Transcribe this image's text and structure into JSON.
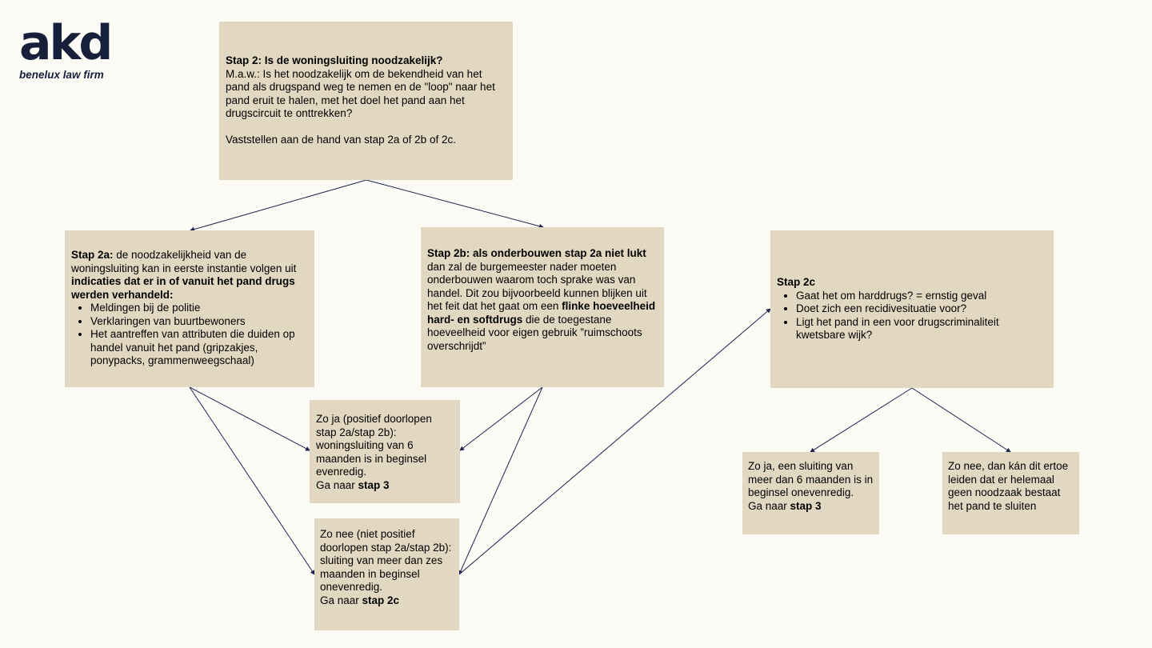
{
  "logo": {
    "wordmark": "akd",
    "tagline": "benelux law firm"
  },
  "step2": {
    "title": "Stap 2: Is de woningsluiting noodzakelijk?",
    "body": "M.a.w.: Is het noodzakelijk om de bekendheid van het pand als drugspand weg te nemen en de \"loop\" naar het pand eruit te halen, met het doel het pand aan het drugscircuit te onttrekken?",
    "note": "Vaststellen aan de hand van stap 2a of 2b of 2c."
  },
  "step2a": {
    "label": "Stap 2a:",
    "text": " de noodzakelijkheid van de woningsluiting kan in eerste instantie volgen uit ",
    "bold_text": "indicaties dat er in of vanuit het pand drugs werden verhandeld:",
    "bullets": [
      "Meldingen bij de politie",
      "Verklaringen van buurtbewoners",
      "Het aantreffen van attributen die duiden op handel vanuit het pand (gripzakjes, ponypacks, grammenweegschaal)"
    ]
  },
  "step2b": {
    "label": "Stap 2b: als onderbouwen stap 2a niet lukt",
    "text": "  dan zal de burgemeester nader moeten onderbouwen waarom toch sprake was van handel. Dit zou bijvoorbeeld kunnen blijken uit het feit dat het gaat om een ",
    "bold_text": "flinke hoeveelheid hard- en softdrugs",
    "text_end": " die de toegestane hoeveelheid voor eigen gebruik ”ruimschoots overschrijdt”"
  },
  "step2c": {
    "label": "Stap 2c",
    "bullets": [
      "Gaat het om harddrugs? = ernstig geval",
      "Doet zich een recidivesituatie voor?",
      "Ligt het pand in een voor drugscriminaliteit kwetsbare wijk?"
    ]
  },
  "yes_box": {
    "text": "Zo ja (positief doorlopen stap 2a/stap 2b): woningsluiting van 6 maanden is in beginsel evenredig.",
    "goto_prefix": "Ga naar ",
    "goto_step": "stap 3"
  },
  "no_box": {
    "text": "Zo nee (niet positief doorlopen stap 2a/stap 2b):",
    "text2": "sluiting van meer dan zes maanden in beginsel onevenredig.",
    "goto_prefix": "Ga naar ",
    "goto_step": "stap 2c"
  },
  "c_yes_box": {
    "text": "Zo ja, een sluiting van meer dan 6 maanden is in beginsel onevenredig.",
    "goto_prefix": "Ga naar ",
    "goto_step": "stap 3"
  },
  "c_no_box": {
    "text": "Zo nee, dan kán dit ertoe leiden dat er helemaal geen noodzaak bestaat het pand te sluiten"
  },
  "colors": {
    "background": "#fdfbf6",
    "box_fill": "#e2d8c1",
    "connector": "#1f2550",
    "logo": "#17203b"
  }
}
